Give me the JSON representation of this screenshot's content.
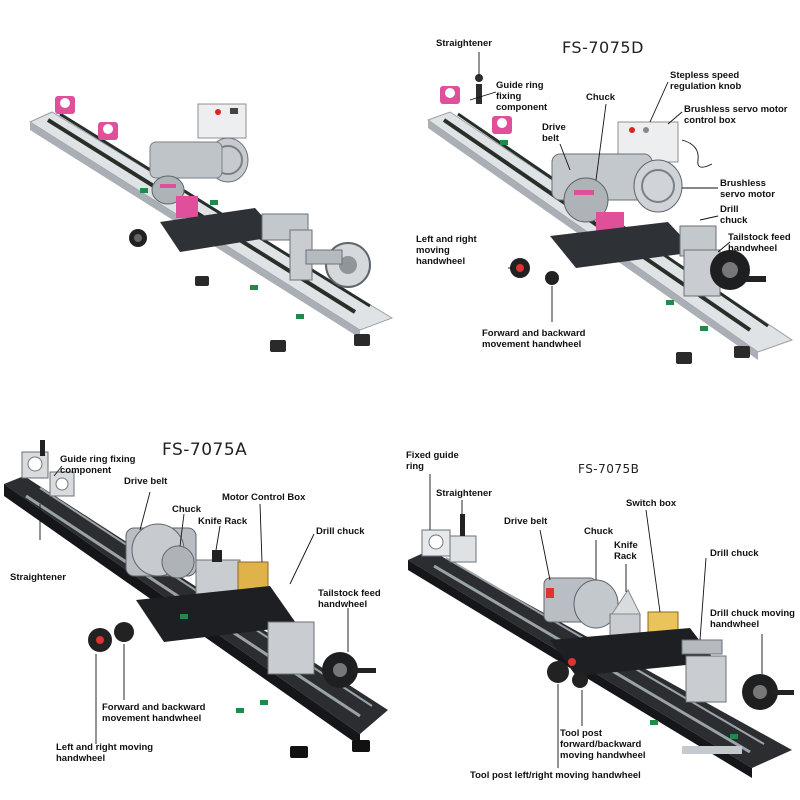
{
  "panels": {
    "top_left": {
      "title": ""
    },
    "top_right": {
      "title": "FS-7075D",
      "labels": {
        "straightener": "Straightener",
        "guide_ring": "Guide ring\nfixing\ncomponent",
        "stepless_knob": "Stepless speed\nregulation knob",
        "chuck": "Chuck",
        "brushless_box": "Brushless servo motor\ncontrol box",
        "drive_belt": "Drive\nbelt",
        "brushless_motor": "Brushless\nservo motor",
        "drill_chuck": "Drill\nchuck",
        "left_right_handwheel": "Left and right\nmoving\nhandwheel",
        "tailstock_handwheel": "Tailstock feed\nhandwheel",
        "fwd_back_handwheel": "Forward and backward\nmovement handwheel"
      }
    },
    "bottom_left": {
      "title": "FS-7075A",
      "labels": {
        "guide_ring": "Guide ring fixing\ncomponent",
        "drive_belt": "Drive belt",
        "chuck": "Chuck",
        "motor_box": "Motor Control Box",
        "knife_rack": "Knife Rack",
        "drill_chuck": "Drill chuck",
        "straightener": "Straightener",
        "tailstock_handwheel": "Tailstock feed\nhandwheel",
        "fwd_back_handwheel": "Forward and backward\nmovement handwheel",
        "left_right_handwheel": "Left and right moving\nhandwheel"
      }
    },
    "bottom_right": {
      "title": "FS-7075B",
      "labels": {
        "fixed_guide_ring": "Fixed guide\nring",
        "straightener": "Straightener",
        "drive_belt": "Drive belt",
        "chuck": "Chuck",
        "switch_box": "Switch box",
        "knife_rack": "Knife\nRack",
        "drill_chuck": "Drill chuck",
        "drill_chuck_handwheel": "Drill chuck moving\nhandwheel",
        "tool_post_fwd": "Tool post\nforward/backward\nmoving handwheel",
        "tool_post_lr": "Tool post left/right moving handwheel"
      }
    }
  },
  "colors": {
    "bed_light": "#d9dde1",
    "bed_dark": "#2b2d30",
    "rail": "#1f2b25",
    "green": "#1f8a4c",
    "pink": "#e0509a",
    "steel": "#b9bec4",
    "steel_dark": "#7a8087",
    "black": "#121314"
  }
}
